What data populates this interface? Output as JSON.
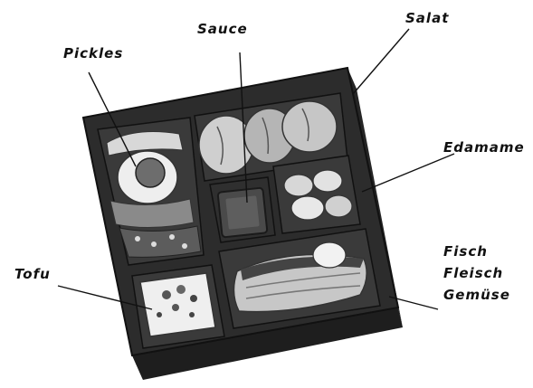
{
  "labels": {
    "pickles": "Pickles",
    "sauce": "Sauce",
    "salat": "Salat",
    "edamame": "Edamame",
    "tofu": "Tofu",
    "fisch": "Fisch",
    "fleisch": "Fleisch",
    "gemuese": "Gemüse"
  },
  "colors": {
    "ink": "#111111",
    "box": "#2a2a2a",
    "compartment": "#3a3a3a",
    "food_light": "#e8e8e8",
    "food_mid": "#9a9a9a",
    "food_dark": "#555555"
  }
}
